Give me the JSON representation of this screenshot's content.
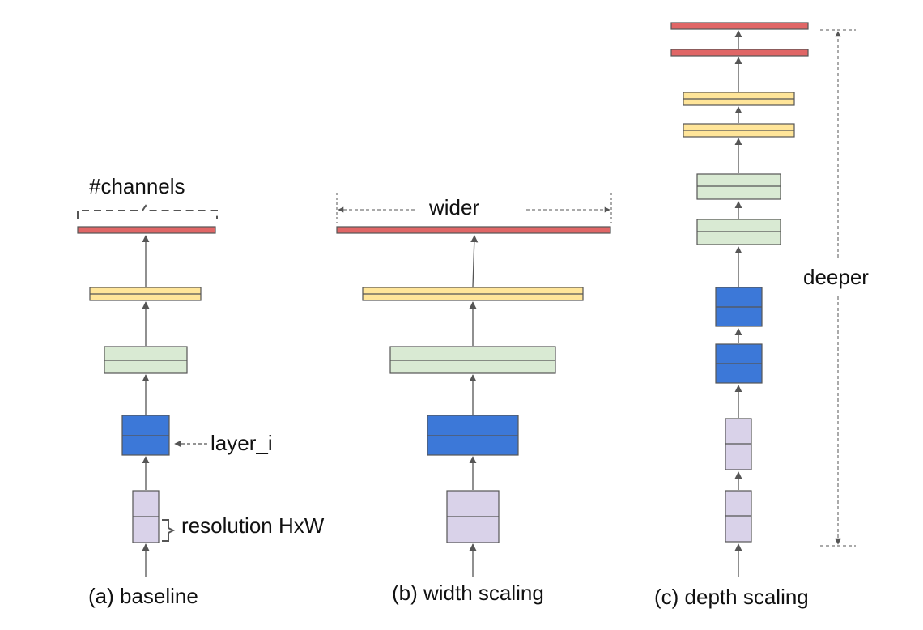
{
  "panels": {
    "baseline": {
      "caption": "(a) baseline"
    },
    "width": {
      "caption": "(b) width scaling"
    },
    "depth": {
      "caption": "(c) depth scaling"
    }
  },
  "annotations": {
    "channels": "#channels",
    "layer": "layer_i",
    "resolution": "resolution HxW",
    "wider": "wider",
    "deeper": "deeper"
  },
  "colors": {
    "red": "#e06666",
    "yellow": "#ffe599",
    "green": "#d9ead3",
    "blue": "#3c78d8",
    "lavender": "#d9d2e9",
    "stroke": "#555555",
    "text": "#111111"
  }
}
